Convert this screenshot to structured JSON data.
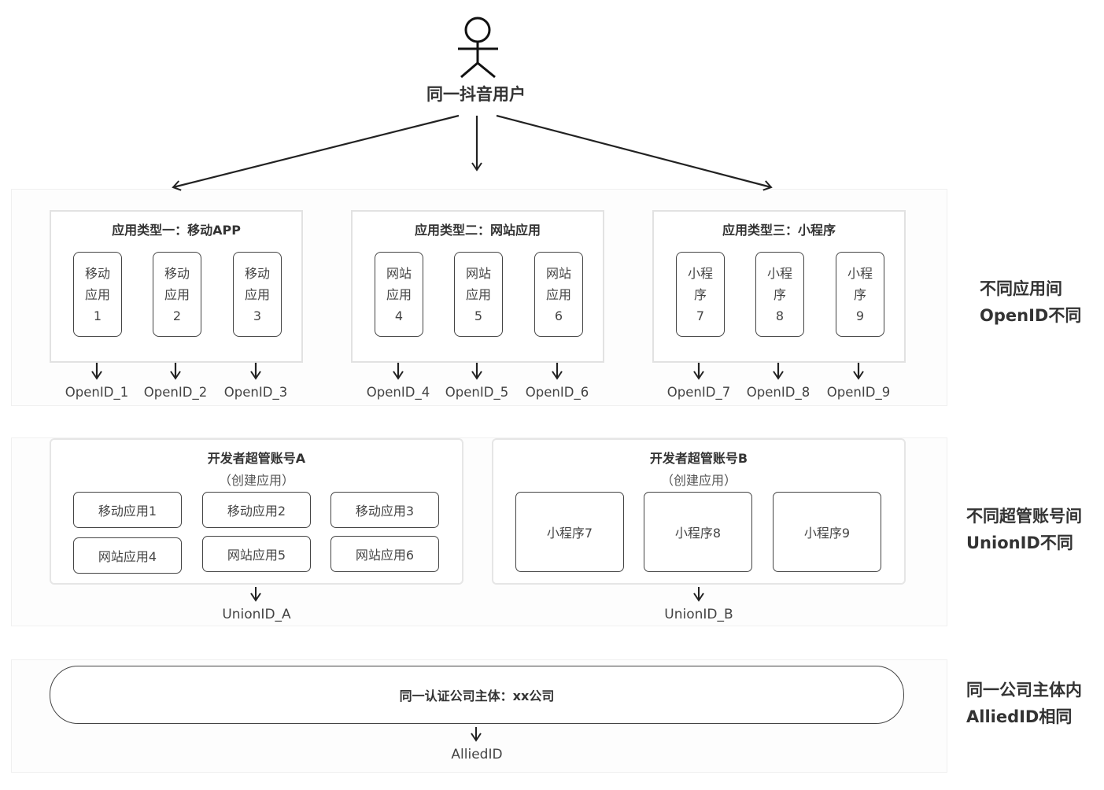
{
  "actor": {
    "icon": "stick-figure-user",
    "label": "同一抖音用户"
  },
  "app_types": [
    {
      "title": "应用类型一：移动APP",
      "apps": [
        {
          "label": "移动\n应用\n1",
          "openid": "OpenID_1"
        },
        {
          "label": "移动\n应用\n2",
          "openid": "OpenID_2"
        },
        {
          "label": "移动\n应用\n3",
          "openid": "OpenID_3"
        }
      ]
    },
    {
      "title": "应用类型二：网站应用",
      "apps": [
        {
          "label": "网站\n应用\n4",
          "openid": "OpenID_4"
        },
        {
          "label": "网站\n应用\n5",
          "openid": "OpenID_5"
        },
        {
          "label": "网站\n应用\n6",
          "openid": "OpenID_6"
        }
      ]
    },
    {
      "title": "应用类型三：小程序",
      "apps": [
        {
          "label": "小程\n序\n7",
          "openid": "OpenID_7"
        },
        {
          "label": "小程\n序\n8",
          "openid": "OpenID_8"
        },
        {
          "label": "小程\n序\n9",
          "openid": "OpenID_9"
        }
      ]
    }
  ],
  "accounts": [
    {
      "title": "开发者超管账号A",
      "subtitle": "（创建应用）",
      "apps": [
        "移动应用1",
        "移动应用2",
        "移动应用3",
        "网站应用4",
        "网站应用5",
        "网站应用6"
      ],
      "id_label": "UnionID_A"
    },
    {
      "title": "开发者超管账号B",
      "subtitle": "（创建应用）",
      "apps": [
        "小程序7",
        "小程序8",
        "小程序9"
      ],
      "id_label": "UnionID_B"
    }
  ],
  "company": {
    "label": "同一认证公司主体：xx公司",
    "id_label": "AlliedID"
  },
  "side_notes": [
    {
      "line1": "不同应用间",
      "line2": "OpenID不同"
    },
    {
      "line1": "不同超管账号间",
      "line2": "UnionID不同"
    },
    {
      "line1": "同一公司主体内",
      "line2": "AlliedID相同"
    }
  ],
  "colors": {
    "stroke": "#222222",
    "box_border": "#e2e2e2",
    "text": "#333333"
  }
}
